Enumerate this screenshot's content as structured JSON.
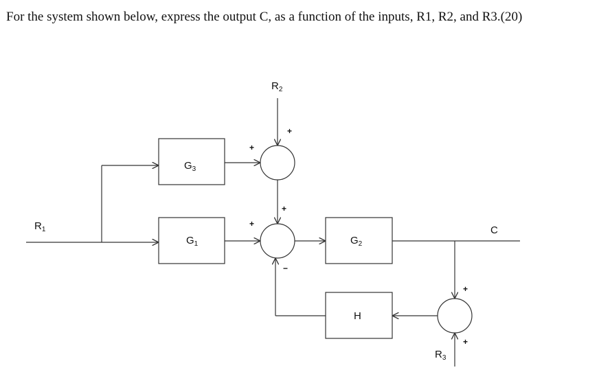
{
  "question": {
    "text": "For the system shown below, express the output C, as a function of the inputs, R1, R2, and R3.(20)"
  },
  "diagram": {
    "blocks": {
      "g3": {
        "base": "G",
        "sub": "3"
      },
      "g1": {
        "base": "G",
        "sub": "1"
      },
      "g2": {
        "base": "G",
        "sub": "2"
      },
      "h": {
        "base": "H"
      }
    },
    "signals": {
      "r1": {
        "base": "R",
        "sub": "1"
      },
      "r2": {
        "base": "R",
        "sub": "2"
      },
      "r3": {
        "base": "R",
        "sub": "3"
      },
      "c": {
        "base": "C"
      }
    },
    "signs": {
      "sum1_top": "+",
      "sum1_left": "+",
      "sum2_top": "+",
      "sum2_left": "+",
      "sum2_bottom": "−",
      "sum3_top": "+",
      "sum3_bottom": "+"
    }
  }
}
